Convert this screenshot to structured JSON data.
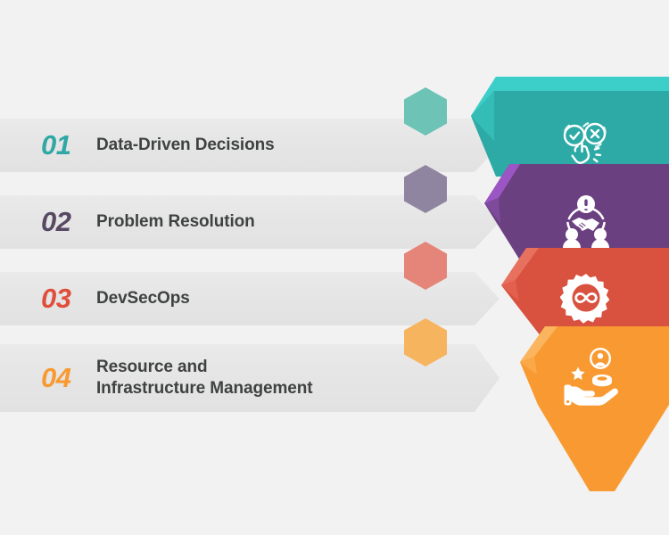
{
  "page": {
    "background_color": "#f2f2f2",
    "title_text_color": "#3f4241"
  },
  "list": {
    "rows": [
      {
        "number": "01",
        "number_color": "#2fa8a5",
        "label": "Data-Driven Decisions",
        "bar_color": "#e6e6e6",
        "hex_color": "#6cc3b6",
        "icon_name": "decision-check-cross-hand-icon"
      },
      {
        "number": "02",
        "number_color": "#574963",
        "label": "Problem Resolution",
        "bar_color": "#e6e6e6",
        "hex_color": "#8f85a0",
        "icon_name": "handshake-alert-people-icon"
      },
      {
        "number": "03",
        "number_color": "#e04e3c",
        "label": "DevSecOps",
        "bar_color": "#e6e6e6",
        "hex_color": "#e58579",
        "icon_name": "gear-infinity-devops-icon"
      },
      {
        "number": "04",
        "number_color": "#f89a31",
        "label": "Resource and\nInfrastructure Management",
        "bar_color": "#e6e6e6",
        "hex_color": "#f6b45f",
        "icon_name": "hand-resources-icon"
      }
    ]
  },
  "funnel": {
    "segments": [
      {
        "step": "01",
        "fill_color": "#2daaa6",
        "bevel_color": "#3ccfc9",
        "notch_color": "#39c4bd",
        "icon_name": "decision-check-cross-hand-icon"
      },
      {
        "step": "02",
        "fill_color": "#6b4080",
        "bevel_color": "#9b55c4",
        "notch_color": "#8a4bb0",
        "icon_name": "handshake-alert-people-icon"
      },
      {
        "step": "03",
        "fill_color": "#d9513f",
        "bevel_color": "#e8705e",
        "notch_color": "#e2604d",
        "icon_name": "gear-infinity-devops-icon"
      },
      {
        "step": "04",
        "fill_color": "#f89a31",
        "bevel_color": "#fbb55f",
        "notch_color": "#faa948",
        "icon_name": "hand-resources-icon"
      }
    ]
  }
}
